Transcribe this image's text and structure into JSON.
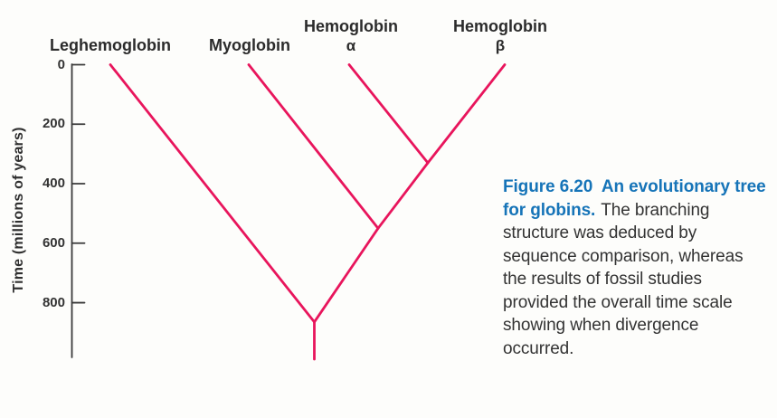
{
  "colors": {
    "branch": "#e8155c",
    "axis": "#3a3a3a",
    "label_text": "#2b2b2b",
    "caption_heading": "#1674b8",
    "caption_body": "#333333",
    "background": "#fdfdfb"
  },
  "axis": {
    "title": "Time (millions of years)",
    "ticks": [
      {
        "label": "0",
        "value": 0
      },
      {
        "label": "200",
        "value": 200
      },
      {
        "label": "400",
        "value": 400
      },
      {
        "label": "600",
        "value": 600
      },
      {
        "label": "800",
        "value": 800
      }
    ]
  },
  "tree": {
    "tips": [
      {
        "id": "leghemoglobin",
        "label": "Leghemoglobin"
      },
      {
        "id": "myoglobin",
        "label": "Myoglobin"
      },
      {
        "id": "hemoglobin-alpha",
        "label": "Hemoglobin",
        "sublabel": "α"
      },
      {
        "id": "hemoglobin-beta",
        "label": "Hemoglobin",
        "sublabel": "β"
      }
    ],
    "divergences": [
      {
        "id": "alpha-beta",
        "between": [
          "hemoglobin-alpha",
          "hemoglobin-beta"
        ],
        "time_mya": 330
      },
      {
        "id": "myoglobin-split",
        "between": [
          "myoglobin",
          "hemoglobin-lineage"
        ],
        "time_mya": 550
      },
      {
        "id": "root",
        "between": [
          "leghemoglobin",
          "animal-globin-lineage"
        ],
        "time_mya": 865
      }
    ]
  },
  "caption": {
    "heading": "Figure 6.20  An evolutionary tree for globins.",
    "body": "The branching structure was deduced by sequence comparison, whereas the results of fossil studies provided the overall time scale showing when divergence occurred."
  }
}
